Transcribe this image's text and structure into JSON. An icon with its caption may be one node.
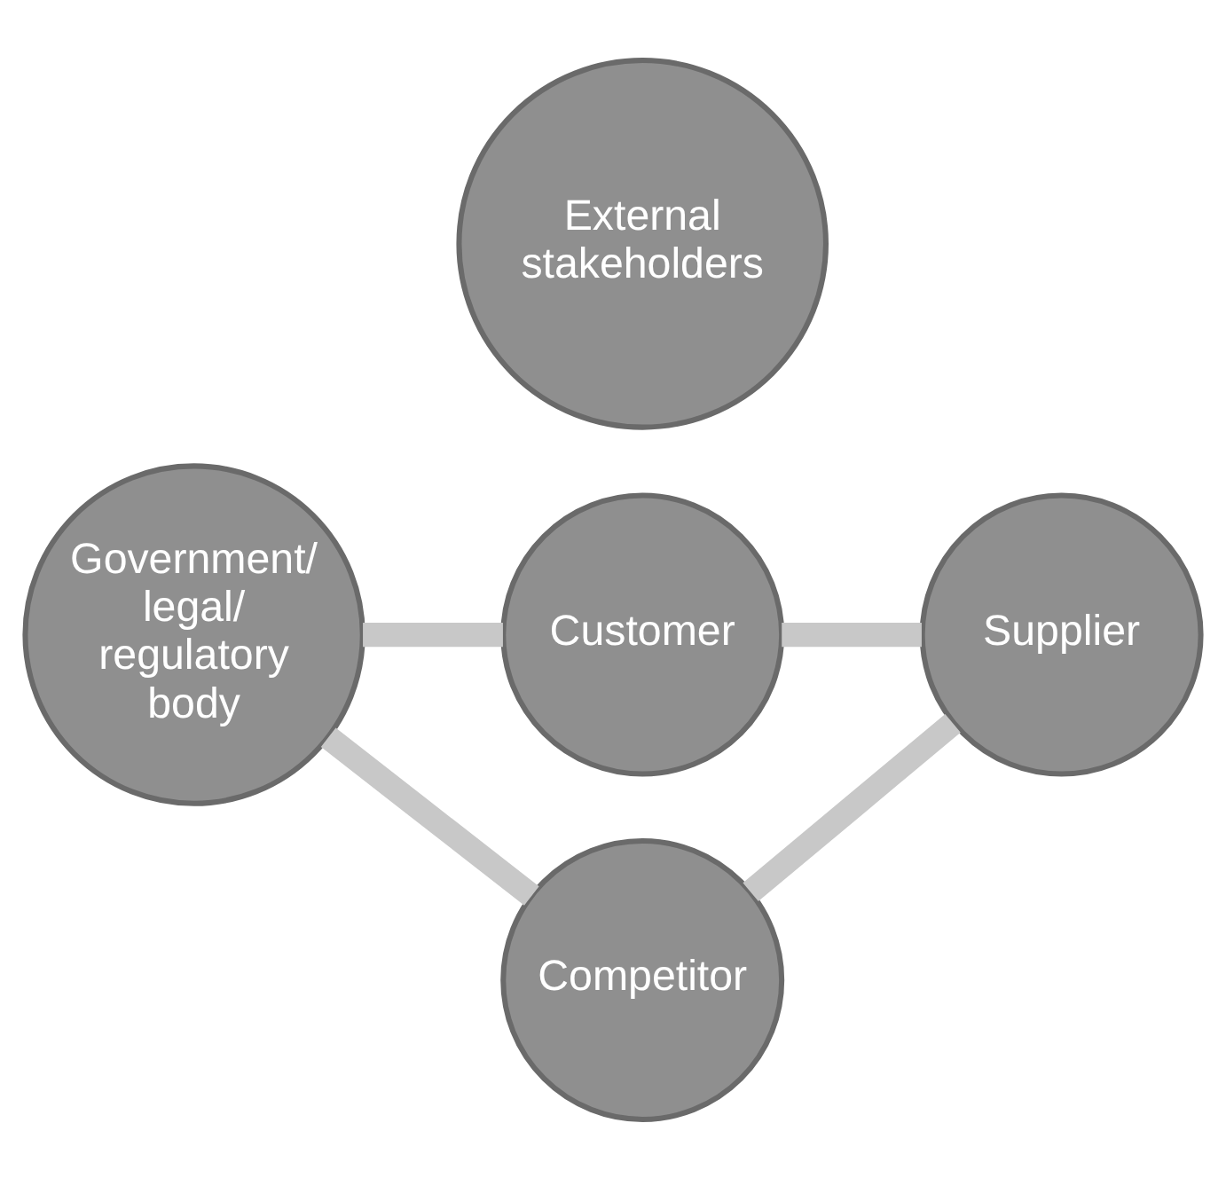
{
  "diagram": {
    "nodes": [
      {
        "text": [
          "Customer"
        ]
      },
      {
        "text": [
          "Government/ legal/ regulatory body"
        ]
      },
      {
        "text": [
          "External stakeholders"
        ]
      },
      {
        "text": [
          "Supplier"
        ]
      },
      {
        "text": [
          "Competitor"
        ]
      }
    ],
    "edges": [
      {
        "from": 0,
        "to": 3,
        "arrow": "none"
      },
      {
        "from": 3,
        "to": 4,
        "arrow": "none"
      },
      {
        "from": 4,
        "to": 1,
        "arrow": "none"
      },
      {
        "from": 1,
        "to": 0,
        "arrow": "none"
      }
    ]
  }
}
